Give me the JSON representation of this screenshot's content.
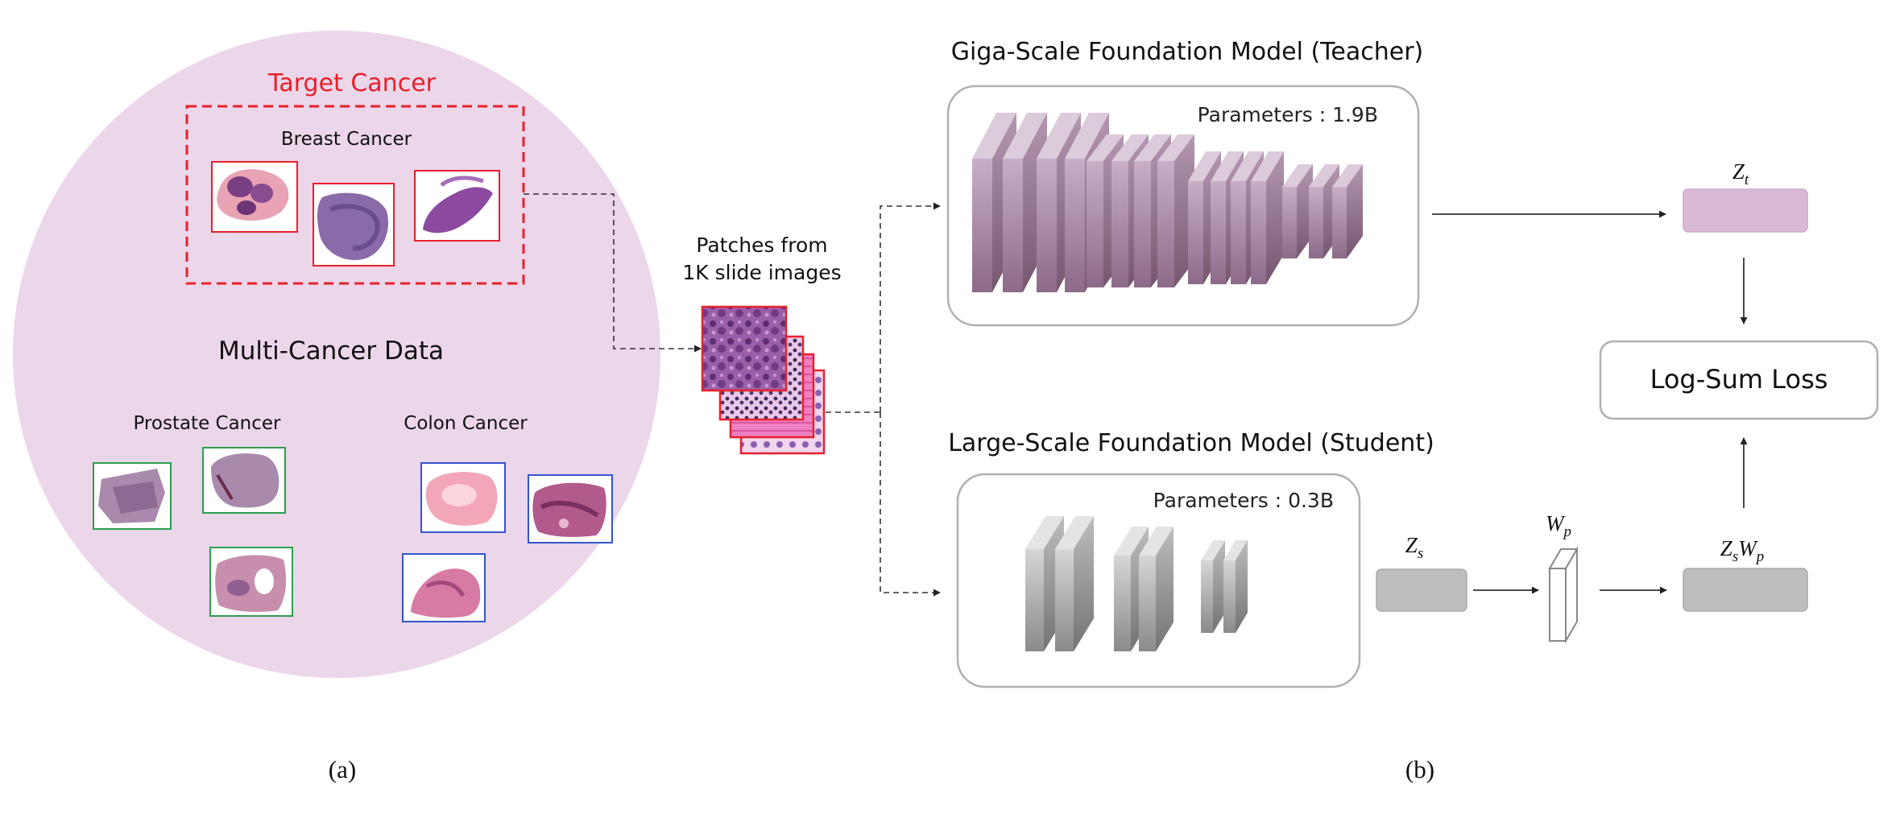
{
  "panel_a": {
    "target_label": "Target Cancer",
    "breast_label": "Breast Cancer",
    "multi_label": "Multi-Cancer Data",
    "prostate_label": "Prostate Cancer",
    "colon_label": "Colon Cancer",
    "caption": "(a)"
  },
  "patches": {
    "line1": "Patches from",
    "line2": "1K slide images"
  },
  "teacher": {
    "title": "Giga-Scale Foundation Model (Teacher)",
    "params": "Parameters : 1.9B"
  },
  "student": {
    "title": "Large-Scale Foundation Model (Student)",
    "params": "Parameters : 0.3B"
  },
  "embeddings": {
    "zt_base": "Z",
    "zt_sub": "t",
    "zs_base": "Z",
    "zs_sub": "s",
    "wp_base": "W",
    "wp_sub": "p",
    "zswp_z": "Z",
    "zswp_zsub": "s",
    "zswp_w": "W",
    "zswp_wsub": "p"
  },
  "loss_label": "Log-Sum Loss",
  "caption_b": "(b)",
  "colors": {
    "circle": "#ecd6ea",
    "target_red": "#e8202a",
    "teacher_block": "#a98aa6",
    "zt_fill": "#d9bad6",
    "student_block": "#a9a9a9",
    "prostate_border": "#2aa04a",
    "colon_border": "#3355cc"
  }
}
